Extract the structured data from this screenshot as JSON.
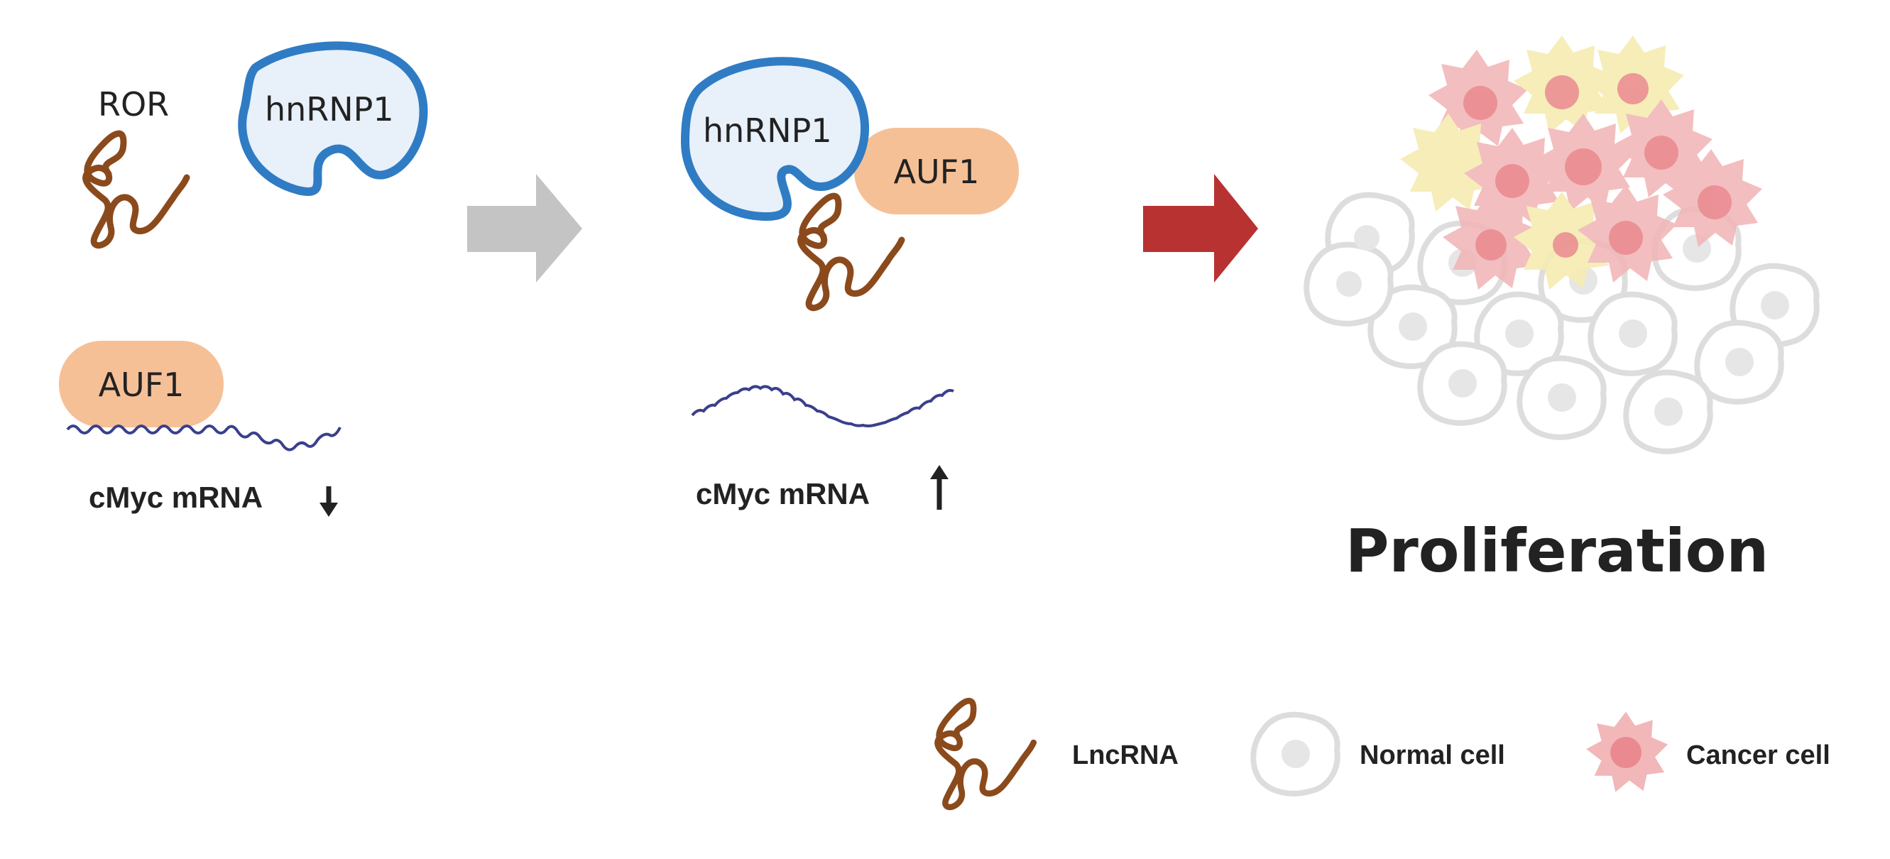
{
  "panel_before": {
    "lncrna_label": "ROR",
    "protein_label": "hnRNP1",
    "binder_label": "AUF1",
    "mrna_label": "cMyc mRNA",
    "mrna_change": "down"
  },
  "panel_after": {
    "protein_label": "hnRNP1",
    "binder_label": "AUF1",
    "mrna_label": "cMyc mRNA",
    "mrna_change": "up"
  },
  "outcome": {
    "label": "Proliferation"
  },
  "legend": {
    "items": [
      {
        "icon": "lncrna-icon",
        "label": "LncRNA"
      },
      {
        "icon": "normal-cell-icon",
        "label": "Normal cell"
      },
      {
        "icon": "cancer-cell-icon",
        "label": "Cancer cell"
      }
    ]
  },
  "colors": {
    "lncrna": "#8b4a1c",
    "hnrnp1_stroke": "#2f7cc4",
    "hnrnp1_fill": "#e8f0fa",
    "auf1_fill": "#f6c097",
    "mrna": "#3a3f8c",
    "gray_arrow": "#c4c4c4",
    "red_arrow": "#b83232",
    "cancer_cell": "#f2b7b9",
    "cancer_nucleus": "#ea8a90",
    "yellow_cell": "#f6ecb2",
    "normal_cell_stroke": "#dddddd",
    "normal_nucleus": "#e6e6e6"
  }
}
